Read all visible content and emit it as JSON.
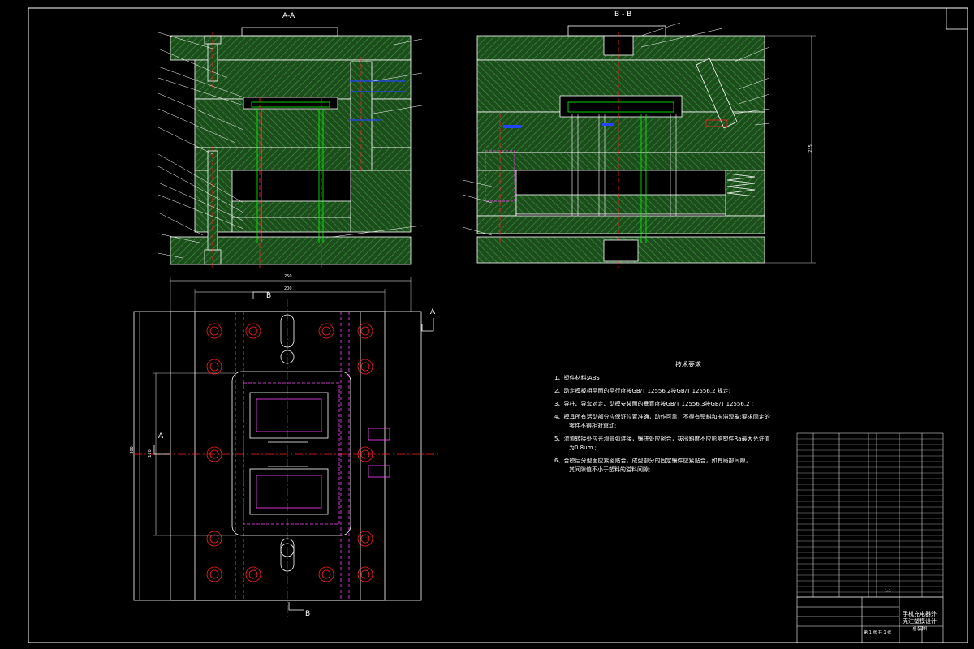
{
  "section_labels": {
    "aa": "A-A",
    "bb": "B - B"
  },
  "plan_labels": {
    "b_top": "B",
    "b_bottom": "B",
    "a_left": "A",
    "a_right": "A"
  },
  "dimensions": {
    "outer_width": "250",
    "inner_width": "200",
    "height_left": "300",
    "height_inner": "170",
    "side_height": "235"
  },
  "notes": {
    "title": "技术要求",
    "lines": [
      {
        "num": "1、",
        "text": "塑件材料:ABS"
      },
      {
        "num": "2、",
        "text": "动定模板相平面的平行度按GB/T 12556.2按GB/T 12556.2      规定;"
      },
      {
        "num": "3、",
        "text": "导柱、导套对定、动模安装面的垂直度按GB/T 12556.3按GB/T 12556.2 ;"
      },
      {
        "num": "4、",
        "text": "模具所有活动部分应保证位置准确，动作可靠，不得有歪斜和卡滞现象;要求固定的",
        "cont": "零件不得相对窜动;"
      },
      {
        "num": "5、",
        "text": "流道转接处应光滑圆弧连接，镶拼处应密合，拔出斜度不应影响塑件Ra最大允许值",
        "cont": "为0.8um ;"
      },
      {
        "num": "6、",
        "text": "合模后分型面应紧密贴合，成型部分的固定镶件应紧贴合，如有局部间隙，",
        "cont": "其间隙值不小于塑料的溢料间隙;"
      }
    ]
  },
  "title_block": {
    "name_line1": "手机充电器外",
    "name_line2": "壳注塑模设计",
    "name_line3": "总装图",
    "scale": "1:1",
    "sheet": "第 1 张 共 1 张"
  },
  "colors": {
    "background": "#000000",
    "frame": "#ffffff",
    "hatch": "#2f7f2f",
    "part": "#00ff00",
    "center": "#ff2020",
    "hidden": "#ff44ff",
    "accent_blue": "#2244ff",
    "cyan": "#00ffff"
  }
}
